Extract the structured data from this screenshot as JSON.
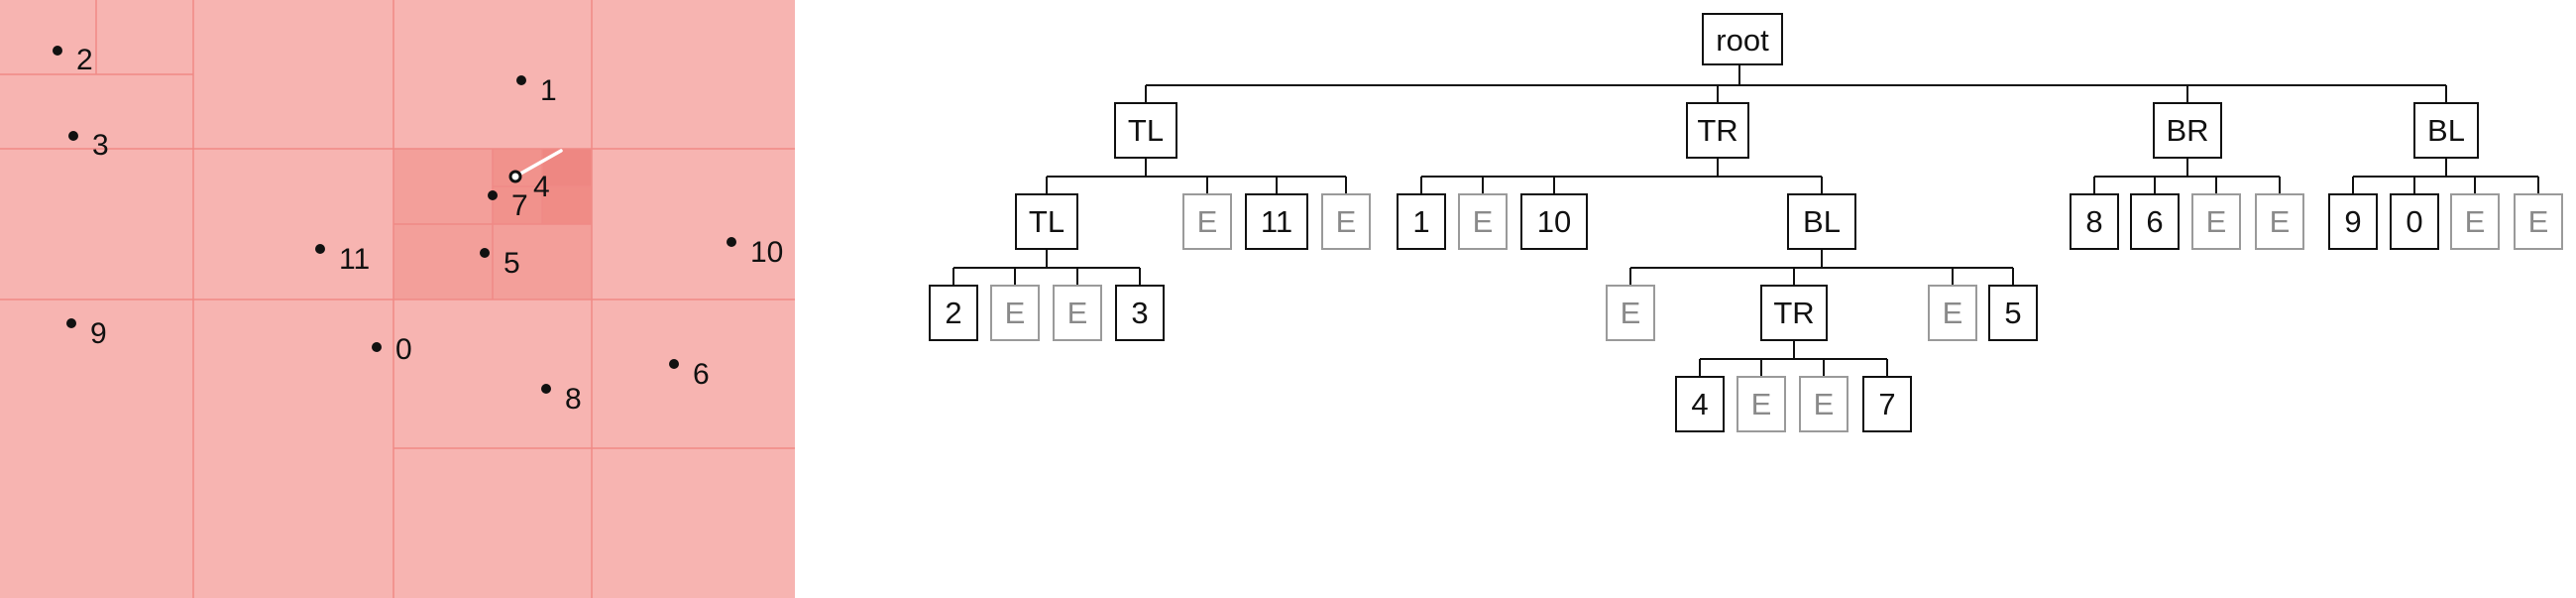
{
  "quadtree_panel": {
    "background_color": "#f7b4b1",
    "grid_line_color": "#f08a86",
    "highlight_colors": [
      "#f29d98",
      "#f08c86"
    ],
    "query_line_color": "#ffffff",
    "points": [
      {
        "label": "0"
      },
      {
        "label": "1"
      },
      {
        "label": "2"
      },
      {
        "label": "3"
      },
      {
        "label": "4"
      },
      {
        "label": "5"
      },
      {
        "label": "6"
      },
      {
        "label": "7"
      },
      {
        "label": "8"
      },
      {
        "label": "9"
      },
      {
        "label": "10"
      },
      {
        "label": "11"
      }
    ]
  },
  "tree": {
    "root": {
      "label": "root"
    },
    "tl": {
      "label": "TL"
    },
    "tl_tl": {
      "label": "TL"
    },
    "tr": {
      "label": "TR"
    },
    "tr_bl": {
      "label": "BL"
    },
    "tr_bl_tr": {
      "label": "TR"
    },
    "br": {
      "label": "BR"
    },
    "bl": {
      "label": "BL"
    },
    "empty_label": "E",
    "leaves": {
      "l_2": "2",
      "l_3": "3",
      "l_11": "11",
      "l_1": "1",
      "l_10": "10",
      "l_4": "4",
      "l_7": "7",
      "l_5": "5",
      "l_8": "8",
      "l_6": "6",
      "l_9": "9",
      "l_0": "0"
    },
    "node_border_color": "#111111",
    "empty_border_color": "#9a9a9a",
    "empty_text_color": "#8a8a8a",
    "edge_color": "#111111"
  }
}
